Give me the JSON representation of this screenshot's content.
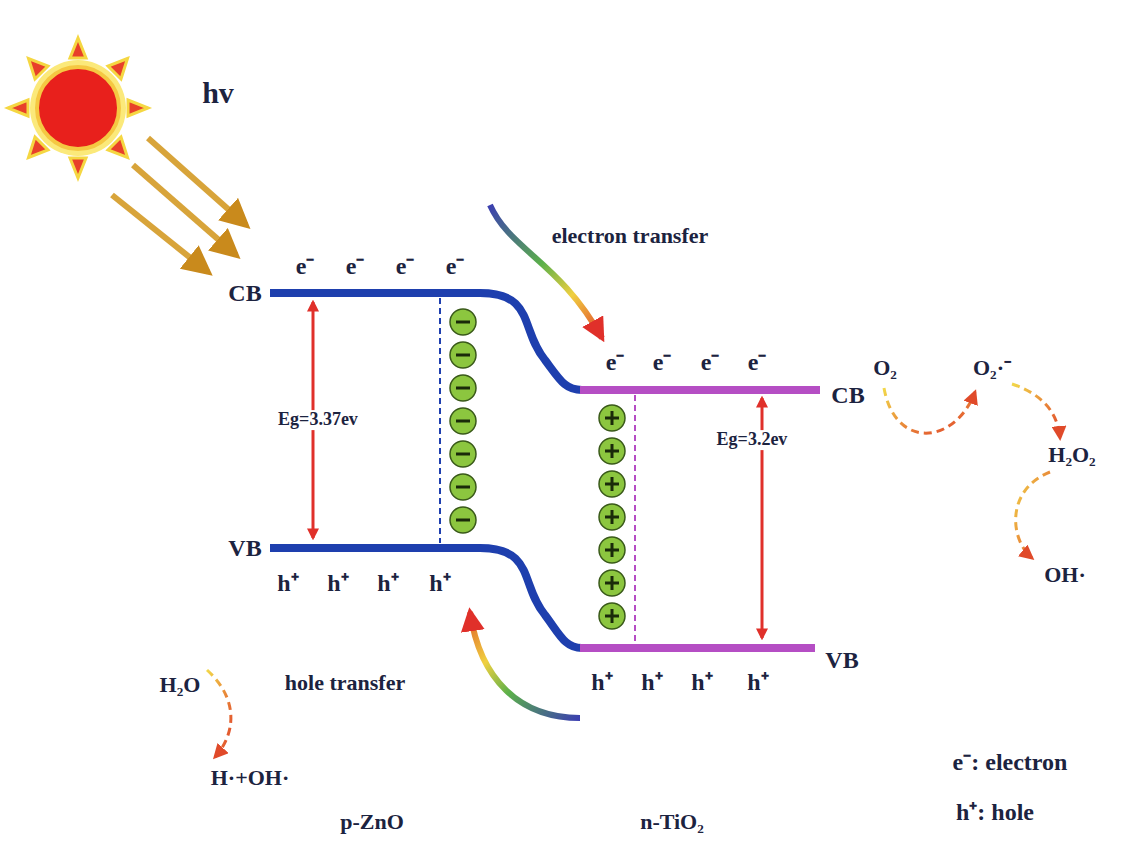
{
  "diagram": {
    "labels": [
      "hv",
      "electron transfer",
      "CB",
      "e⁻",
      "e⁻",
      "e⁻",
      "e⁻",
      "e⁻",
      "e⁻",
      "e⁻",
      "e⁻",
      "CB",
      "O₂",
      "O₂·⁻",
      "Eg=3.37ev",
      "H₂O₂",
      "Eg=3.2ev",
      "VB",
      "OH·",
      "h⁺",
      "h⁺",
      "h⁺",
      "h⁺",
      "VB",
      "h⁺",
      "h⁺",
      "h⁺",
      "h⁺",
      "H₂O",
      "hole transfer",
      "H·+OH·",
      "e⁻: electron",
      "p-ZnO",
      "n-TiO₂",
      "h⁺: hole"
    ]
  }
}
